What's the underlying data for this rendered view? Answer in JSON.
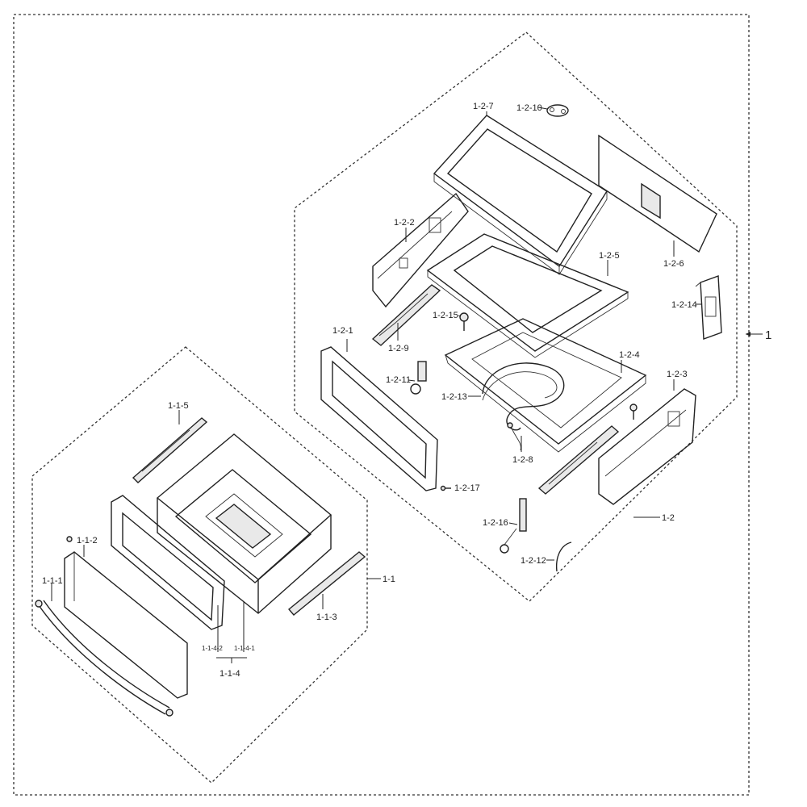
{
  "assembly_label": "1",
  "group_1_1": {
    "label": "1-1",
    "parts": {
      "p111": "1-1-1",
      "p112": "1-1-2",
      "p113": "1-1-3",
      "p114": "1-1-4",
      "p1141": "1-1-4-1",
      "p1142": "1-1-4-2",
      "p115": "1-1-5"
    }
  },
  "group_1_2": {
    "label": "1-2",
    "parts": {
      "p121": "1-2-1",
      "p122": "1-2-2",
      "p123": "1-2-3",
      "p124": "1-2-4",
      "p125": "1-2-5",
      "p126": "1-2-6",
      "p127": "1-2-7",
      "p128": "1-2-8",
      "p129": "1-2-9",
      "p1210": "1-2-10",
      "p1211": "1-2-11",
      "p1212": "1-2-12",
      "p1213": "1-2-13",
      "p1214": "1-2-14",
      "p1215": "1-2-15",
      "p1216": "1-2-16",
      "p1217": "1-2-17"
    }
  }
}
